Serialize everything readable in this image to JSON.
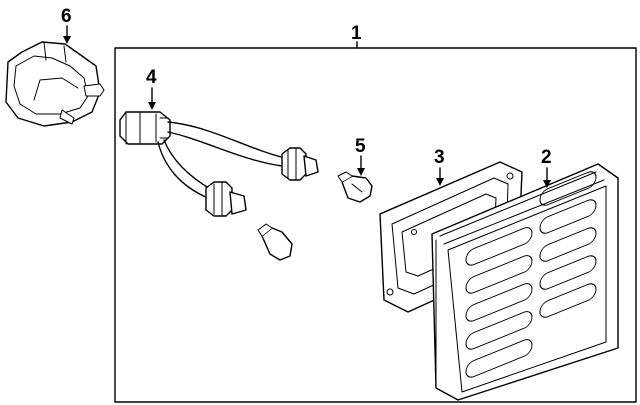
{
  "callouts": {
    "assembly": "1",
    "lens": "2",
    "gasket": "3",
    "socket_harness": "4",
    "bulb": "5",
    "cover": "6"
  }
}
